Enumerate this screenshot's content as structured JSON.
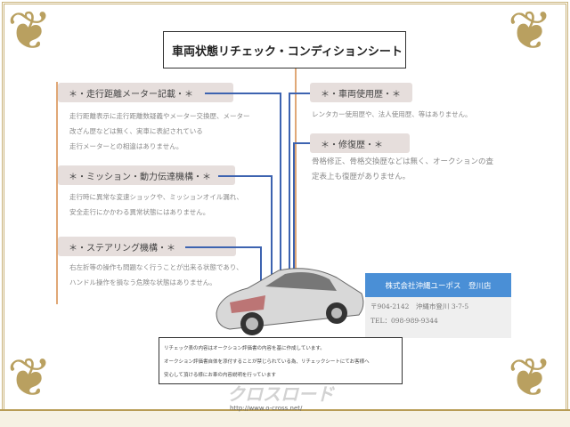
{
  "title": "車両状態リチェック・コンディションシート",
  "sections": [
    {
      "label": "＊・走行距離メーター記載・＊",
      "lines": [
        "走行距離表示に走行距離数疑義やメーター交換歴、メーター",
        "改ざん歴などは無く、実車に表記されている",
        "走行メーターとの相違はありません。"
      ]
    },
    {
      "label": "＊・ミッション・動力伝達機構・＊",
      "lines": [
        "走行時に異常な変速ショックや、ミッションオイル漏れ、",
        "安全走行にかかわる異常状態にはありません。"
      ]
    },
    {
      "label": "＊・ステアリング機構・＊",
      "lines": [
        "右左折等の操作も問題なく行うことが出来る状態であり、",
        "ハンドル操作を損なう危険な状態はありません。"
      ]
    },
    {
      "label": "＊・車両使用歴・＊",
      "lines": [
        "レンタカー使用歴や、法人使用歴、等はありません。"
      ]
    },
    {
      "label": "＊・修復歴・＊",
      "lines": [
        "骨格修正、骨格交換歴などは無く、オークションの査",
        "定表上も復歴がありません。"
      ]
    }
  ],
  "shop": {
    "name": "株式会社沖縄ユーポス　登川店",
    "address": "〒904-2142　沖縄市登川 3-7-5",
    "tel": "TEL：098-989-9344"
  },
  "notice": [
    "リチェック表の内容はオークション評価書の内容を基に作成しています。",
    "オークション評価書自体を添付することが禁じられている為、リチェックシートにてお客様へ",
    "安心して頂ける様にお車の内容説明を行っています"
  ],
  "watermark": {
    "logo": "クロスロード",
    "url": "http://www.o-cross.net/"
  },
  "colors": {
    "accent_line": "#3d63b0",
    "orange_line": "#e0a877",
    "shop_header": "#4a8fd6",
    "frame": "#c9b27a"
  }
}
